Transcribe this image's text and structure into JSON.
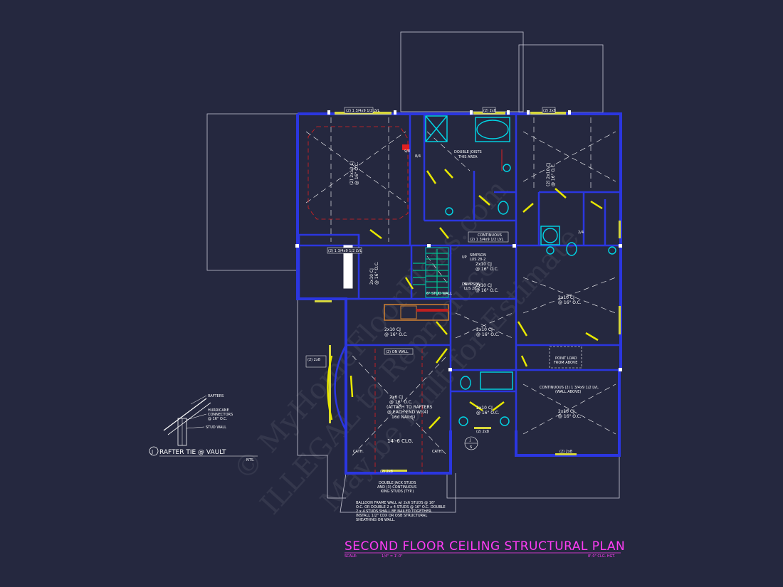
{
  "title": "SECOND FLOOR CEILING STRUCTURAL PLAN",
  "scale": {
    "label": "SCALE:",
    "value": "1/4\" = 1'-0\"",
    "ceiling_height": "8'-0\" CLG. HGT."
  },
  "watermark": {
    "line1": "© MyHomeFloorPlans.com",
    "line2": "ILLEGAL to Reproduce",
    "line3": "May be built for Estimate"
  },
  "detail": {
    "marker": "J",
    "title": "RAFTER TIE @ VAULT",
    "nts": "NTS.",
    "labels": {
      "rafters": "RAFTERS",
      "hurricane": "HURRICANE",
      "connectors": "CONNECTORS",
      "spacing": "@ 16\" O.C.",
      "stud_wall": "STUD WALL"
    }
  },
  "headers": {
    "top_left": "(2) 1 3/4x9 1/2 LVL",
    "top_mid": "(2) 2x8",
    "top_right": "(2) 2x8",
    "mid_left": "(2) 1 3/4x9 1/2 LVL",
    "center": "(2) 2x8",
    "vault_side": "(2) 2x8",
    "bottom_center": "(2) 2x8",
    "bottom_right": "(2) 2x8",
    "on_wall": "(2) ON WALL"
  },
  "callouts": {
    "cj_a": [
      "(2) 2x10 CJ",
      "@ 16\" O.C."
    ],
    "cj_b": [
      "(2) 2x10 CJ",
      "@ 16\" O.C."
    ],
    "cj_c": [
      "2x10 CJ",
      "@ 16\" O.C."
    ],
    "cj_d": [
      "2x10 CJ",
      "@ 16\" O.C."
    ],
    "cj_e": [
      "2x10 CJ",
      "@ 16\" O.C."
    ],
    "cj_f": [
      "2x10 CJ",
      "@ 16\" O.C."
    ],
    "cj_g": [
      "2x10 CJ",
      "@ 16\" O.C."
    ],
    "cj_h": [
      "2x10 CJ",
      "@ 16\" O.C."
    ],
    "cj_i": [
      "2x10 CJ",
      "@ 16\" O.C."
    ],
    "vault": [
      "2x6 CJ",
      "@ 16\" O.C.",
      "(ATTACH TO RAFTERS",
      "@ EACH END W/(4)",
      "16d NAILS)"
    ],
    "double_joists": [
      "DOUBLE JOISTS",
      "THIS AREA"
    ],
    "continuous_top": [
      "CONTINUOUS",
      "(2) 1 3/4x9 1/2 LVL"
    ],
    "simpson_1": [
      "SIMPSON",
      "LUS 28-2"
    ],
    "simpson_2": [
      "SIMPSON",
      "LUS 28-2"
    ],
    "stud_wall_6": "6\" STUD WALL",
    "point_load": [
      "POINT LOAD",
      "FROM ABOVE"
    ],
    "continuous_right": [
      "CONTINUOUS (2) 1 3/4x9 1/2 LVL",
      "(WALL ABOVE)"
    ],
    "clg": "14'-6 CLG.",
    "cath_l": "CATH.",
    "cath_r": "CATH.",
    "ratio_1": "8/4",
    "ratio_2": "9/8",
    "ratio_3": "2/4",
    "up": "UP",
    "dn": "DN",
    "section_num": "J",
    "section_sheet": "S",
    "double_jack": [
      "DOUBLE JACK STUDS",
      "AND (3) CONTINUOUS",
      "KING STUDS (TYP.)"
    ],
    "balloon": [
      "BALLOON FRAME WALL w/ 2x6 STUDS @ 16\"",
      "O.C. OR DOUBLE 2 x 4 STUDS @ 16\" O.C. DOUBLE",
      "2 x 4 STUDS SHALL BE NAILED TOGETHER.",
      "INSTALL 1/2\" CDX OR OSB STRUCTURAL",
      "SHEATHING ON WALL."
    ]
  },
  "colors": {
    "background": "#25283f",
    "wall": "#2b36e0",
    "door": "#e8e800",
    "fixture": "#00d8e8",
    "dimension_red": "#e02020",
    "title": "#ff3df5"
  }
}
